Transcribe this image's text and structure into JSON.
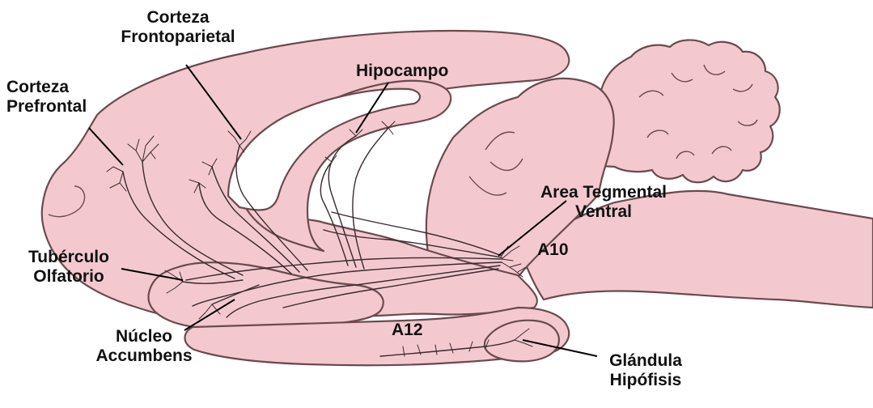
{
  "colors": {
    "tissue_fill": "#f3c9cf",
    "tissue_outline": "#6b4a4e",
    "fiber": "#3a2a2e",
    "label_text": "#111111",
    "pointer_line": "#000000",
    "background": "#ffffff"
  },
  "labels": {
    "corteza_frontoparietal": {
      "line1": "Corteza",
      "line2": "Frontoparietal"
    },
    "corteza_prefrontal": {
      "line1": "Corteza",
      "line2": "Prefrontal"
    },
    "hipocampo": {
      "line1": "Hipocampo"
    },
    "area_tegmental_ventral": {
      "line1": "Area Tegmental",
      "line2": "Ventral"
    },
    "a10": {
      "line1": "A10"
    },
    "tuberculo_olfatorio": {
      "line1": "Tubérculo",
      "line2": "Olfatorio"
    },
    "nucleo_accumbens": {
      "line1": "Núcleo",
      "line2": "Accumbens"
    },
    "a12": {
      "line1": "A12"
    },
    "glandula_hipofisis": {
      "line1": "Glándula",
      "line2": "Hipófisis"
    }
  }
}
